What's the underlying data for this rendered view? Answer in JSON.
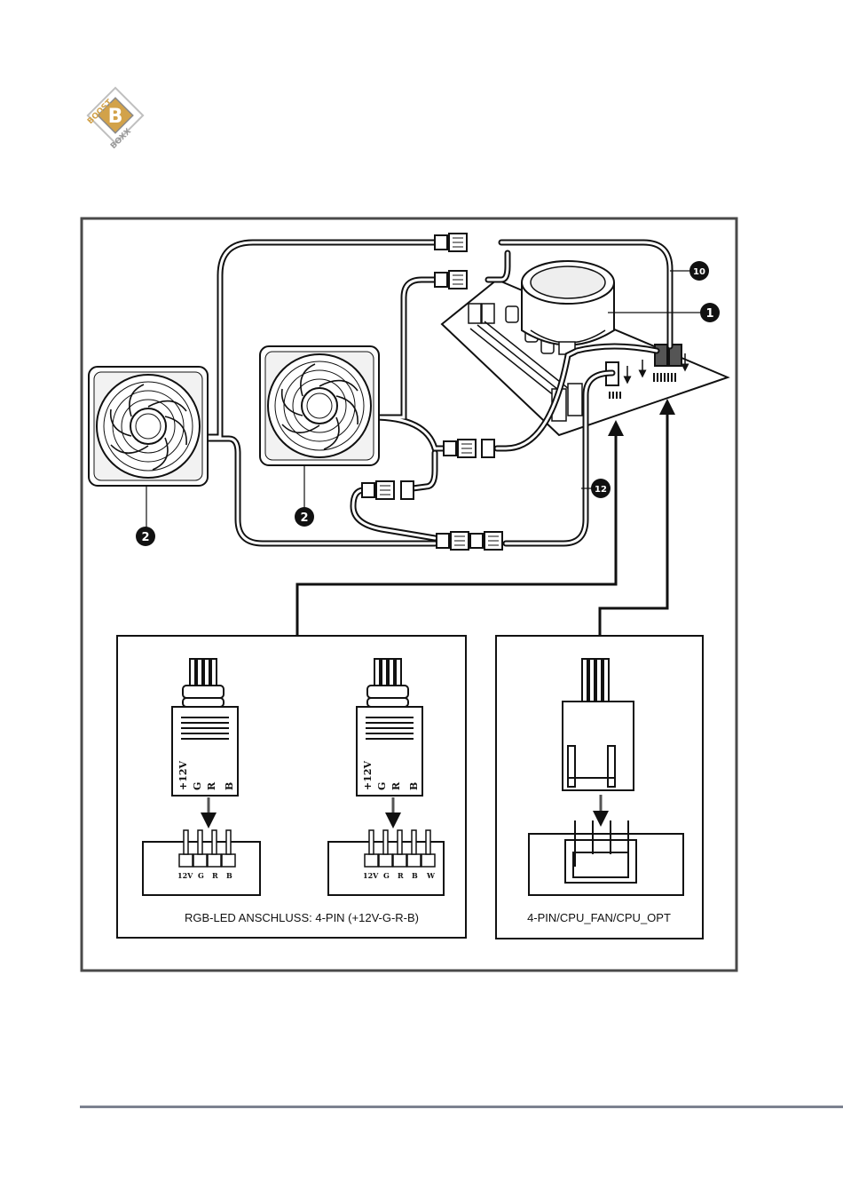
{
  "logo": {
    "top_text": "BOOST",
    "bottom_text": "BOXX",
    "letter": "B"
  },
  "callouts": {
    "cooler": "1",
    "fan_left": "2",
    "fan_middle": "2",
    "cable_top": "10",
    "cable_bottom": "12"
  },
  "panel_rgb": {
    "caption": "RGB-LED ANSCHLUSS: 4-PIN (+12V-G-R-B)",
    "plug_labels": [
      "+12V",
      "G",
      "R",
      "B"
    ],
    "header_a_labels": [
      "12V",
      "G",
      "R",
      "B"
    ],
    "header_b_labels": [
      "12V",
      "G",
      "R",
      "B",
      "W"
    ]
  },
  "panel_fan": {
    "caption": "4-PIN/CPU_FAN/CPU_OPT"
  },
  "colors": {
    "logo_gold": "#d2a24a",
    "line": "#111111",
    "frame": "#4a4a4a",
    "footer_rule": "#7c8290"
  }
}
